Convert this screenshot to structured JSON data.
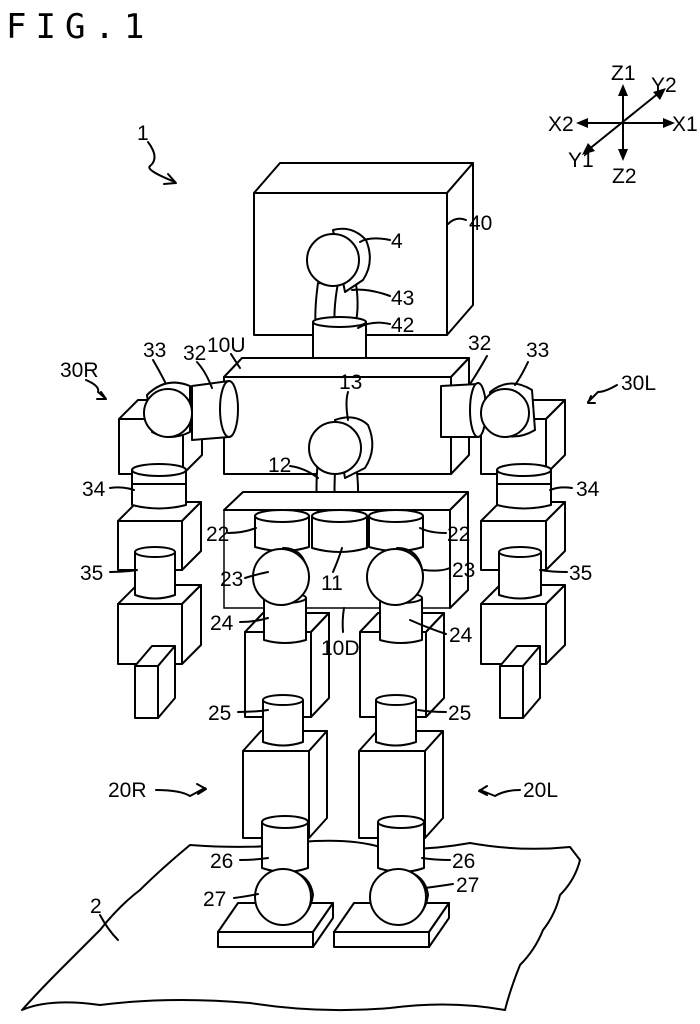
{
  "figure_title": "FIG.1",
  "axes": {
    "z1": "Z1",
    "y2": "Y2",
    "x2": "X2",
    "x1": "X1",
    "y1": "Y1",
    "z2": "Z2"
  },
  "labels": {
    "robot": "1",
    "floor": "2",
    "head_joint": "4",
    "head": "40",
    "neck_link": "43",
    "neck_base": "42",
    "upper_torso": "10U",
    "lower_torso": "10D",
    "waist_yaw": "11",
    "waist_link": "12",
    "waist_joint": "13",
    "right_arm": "30R",
    "left_arm": "30L",
    "right_leg": "20R",
    "left_leg": "20L",
    "shoulder_r_33": "33",
    "shoulder_r_32": "32",
    "shoulder_l_32": "32",
    "shoulder_l_33": "33",
    "upperarm_r_34": "34",
    "upperarm_l_34": "34",
    "elbow_r_35": "35",
    "elbow_l_35": "35",
    "hip_r_22": "22",
    "hip_l_22": "22",
    "hip_r_23": "23",
    "hip_l_23": "23",
    "thigh_r_24": "24",
    "thigh_l_24": "24",
    "knee_r_25": "25",
    "knee_l_25": "25",
    "ankle_r_26": "26",
    "ankle_l_26": "26",
    "foot_r_27": "27",
    "foot_l_27": "27"
  }
}
